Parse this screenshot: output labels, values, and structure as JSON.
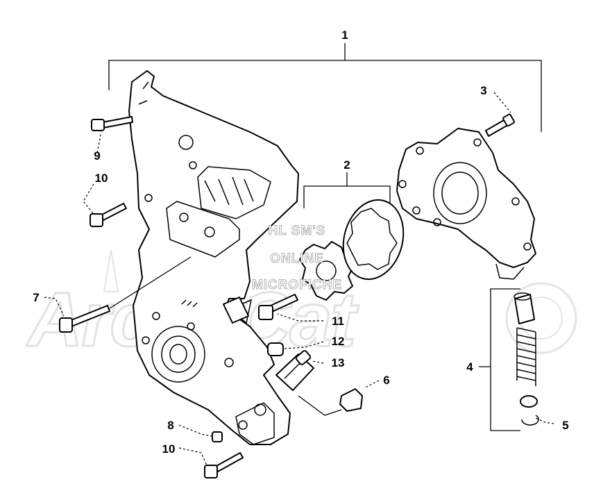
{
  "callouts": {
    "c1": "1",
    "c2": "2",
    "c3": "3",
    "c4": "4",
    "c5": "5",
    "c6": "6",
    "c7": "7",
    "c8": "8",
    "c9": "9",
    "c10a": "10",
    "c10b": "10",
    "c11": "11",
    "c12": "12",
    "c13": "13"
  },
  "watermark": {
    "line1": "HL SM'S",
    "line2": "ONLINE",
    "line3": "MICROFICHE",
    "logo": "ArcticCat"
  }
}
